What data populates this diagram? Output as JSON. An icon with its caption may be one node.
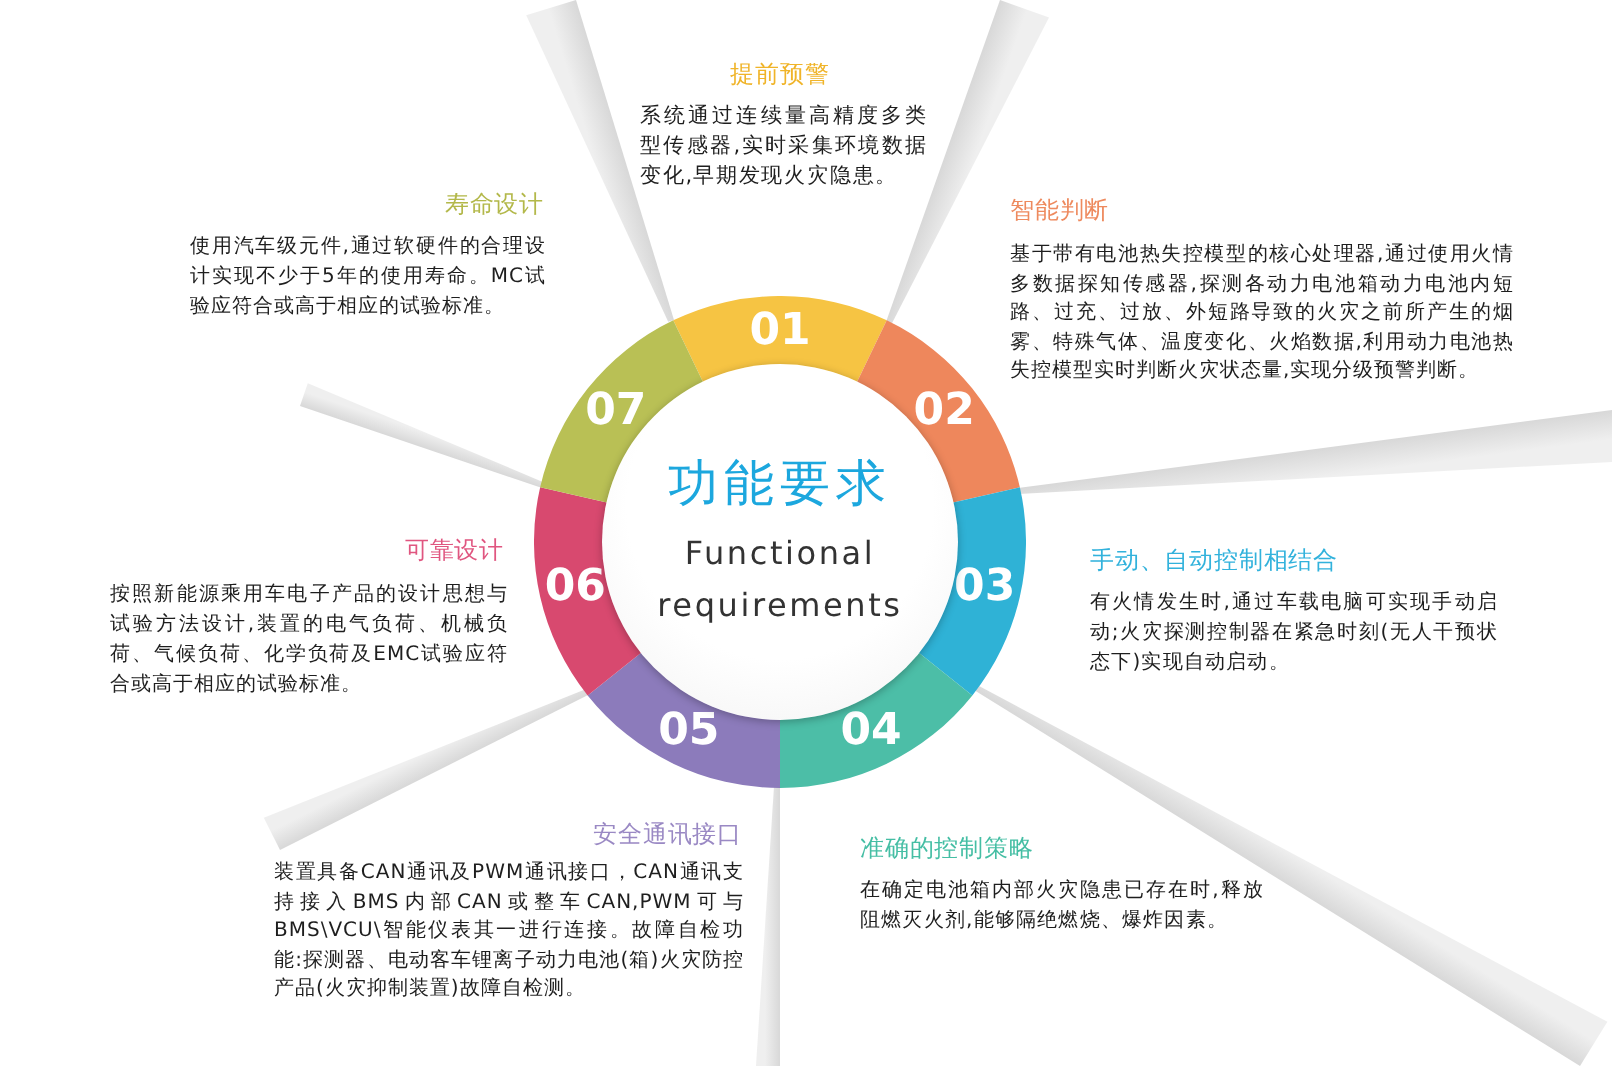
{
  "diagram": {
    "nodes": [
      {
        "text": [
          "功能要求",
          "Functional requirements"
        ]
      },
      {
        "text": [
          "01"
        ],
        "beside": [
          "提前预警",
          "系统通过连续量高精度多类型传感器,实时采集环境数据变化,早期发现火灾隐患。"
        ]
      },
      {
        "text": [
          "02"
        ],
        "beside": [
          "智能判断",
          "基于带有电池热失控模型的核心处理器,通过使用火情多数据探知传感器,探测各动力电池箱动力电池内短路、过充、过放、外短路导致的火灾之前所产生的烟雾、特殊气体、温度变化、火焰数据,利用动力电池热失控模型实时判断火灾状态量,实现分级预警判断。"
        ]
      },
      {
        "text": [
          "03"
        ],
        "beside": [
          "手动、自动控制相结合",
          "有火情发生时,通过车载电脑可实现手动启动;火灾探测控制器在紧急时刻(无人干预状态下)实现自动启动。"
        ]
      },
      {
        "text": [
          "04"
        ],
        "beside": [
          "准确的控制策略",
          "在确定电池箱内部火灾隐患已存在时,释放阻燃灭火剂,能够隔绝燃烧、爆炸因素。"
        ]
      },
      {
        "text": [
          "05"
        ],
        "beside": [
          "安全通讯接口",
          "装置具备CAN通讯及PWM通讯接口，CAN通讯支持接入BMS内部CAN或整车CAN,PWM可与BMS\\VCU\\智能仪表其一进行连接。故障自检功能:探测器、电动客车锂离子动力电池(箱)火灾防控产品(火灾抑制装置)故障自检测。"
        ]
      },
      {
        "text": [
          "06"
        ],
        "beside": [
          "可靠设计",
          "按照新能源乘用车电子产品的设计思想与试验方法设计,装置的电气负荷、机械负荷、气候负荷、化学负荷及EMC试验应符合或高于相应的试验标准。"
        ]
      },
      {
        "text": [
          "07"
        ],
        "beside": [
          "寿命设计",
          "使用汽车级元件,通过软硬件的合理设计实现不少于5年的使用寿命。MC试验应符合或高于相应的试验标准。"
        ]
      }
    ]
  }
}
